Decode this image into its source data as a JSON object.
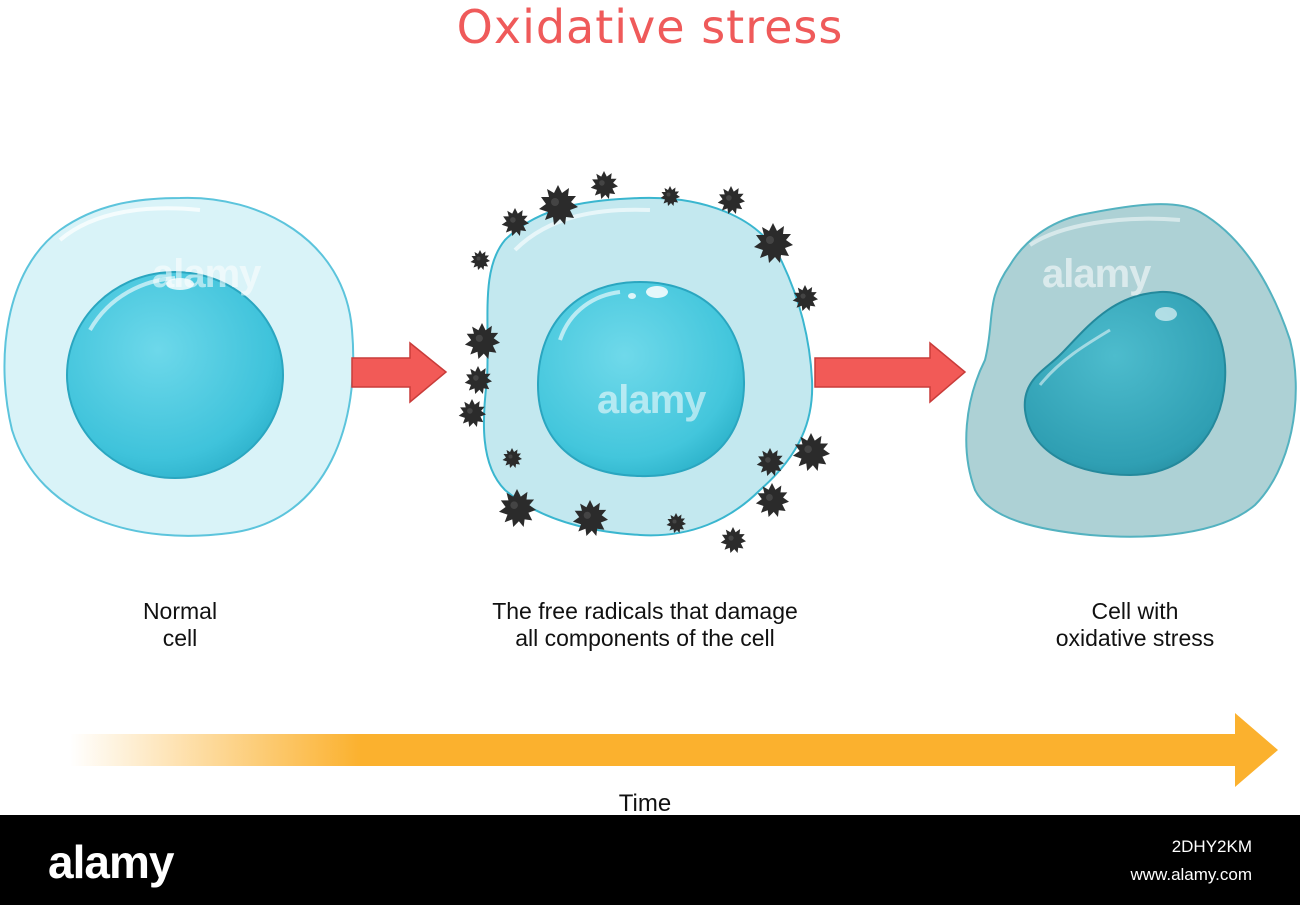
{
  "title": "Oxidative stress",
  "stages": [
    {
      "caption": "Normal\ncell"
    },
    {
      "caption": "The free radicals that damage\nall components of the cell"
    },
    {
      "caption": "Cell with\noxidative stress"
    }
  ],
  "timeline": {
    "label": "Time"
  },
  "watermark": "alamy",
  "footer": {
    "logo": "alamy",
    "image_id": "2DHY2KM",
    "url": "www.alamy.com"
  },
  "colors": {
    "title": "#ef5a5a",
    "arrow_red": "#f25a57",
    "time_arrow": "#fbb12e",
    "cytoplasm_normal": "#d9f3f8",
    "nucleus_normal": "#4fc9df",
    "cytoplasm_stressed": "#a9cfd3",
    "nucleus_stressed": "#35a9bd",
    "radical": "#2b2b2b"
  }
}
